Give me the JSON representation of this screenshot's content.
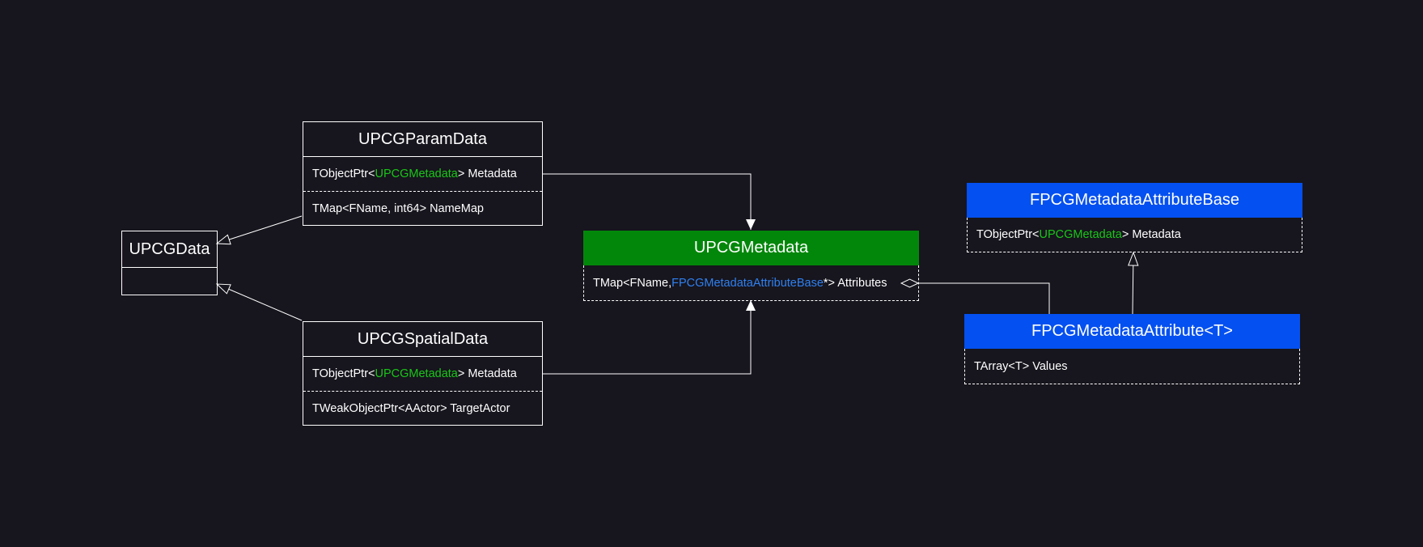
{
  "colors": {
    "background": "#17151d",
    "line": "#ffffff",
    "metadata_header": "#02870a",
    "attribute_header": "#0450f0",
    "type_green": "#19c619",
    "type_blue": "#2f80f0"
  },
  "classes": {
    "pcg_data": {
      "name": "UPCGData"
    },
    "param_data": {
      "name": "UPCGParamData",
      "metadata_field": {
        "prefix": "TObjectPtr<",
        "type": "UPCGMetadata",
        "suffix": "> Metadata"
      },
      "field2": "TMap<FName, int64> NameMap"
    },
    "spatial_data": {
      "name": "UPCGSpatialData",
      "metadata_field": {
        "prefix": "TObjectPtr<",
        "type": "UPCGMetadata",
        "suffix": "> Metadata"
      },
      "field2": "TWeakObjectPtr<AActor> TargetActor"
    },
    "metadata": {
      "name": "UPCGMetadata",
      "attributes_field": {
        "prefix": "TMap<FName, ",
        "type": "FPCGMetadataAttributeBase",
        "suffix": "*> Attributes"
      }
    },
    "attribute_base": {
      "name": "FPCGMetadataAttributeBase",
      "metadata_field": {
        "prefix": "TObjectPtr<",
        "type": "UPCGMetadata",
        "suffix": "> Metadata"
      }
    },
    "attribute": {
      "name": "FPCGMetadataAttribute<T>",
      "field": "TArray<T> Values"
    }
  },
  "relations": [
    {
      "type": "inheritance",
      "from": "UPCGParamData",
      "to": "UPCGData"
    },
    {
      "type": "inheritance",
      "from": "UPCGSpatialData",
      "to": "UPCGData"
    },
    {
      "type": "association",
      "from": "UPCGParamData",
      "to": "UPCGMetadata"
    },
    {
      "type": "association",
      "from": "UPCGSpatialData",
      "to": "UPCGMetadata"
    },
    {
      "type": "aggregation",
      "from": "FPCGMetadataAttribute<T>",
      "to": "UPCGMetadata"
    },
    {
      "type": "inheritance",
      "from": "FPCGMetadataAttribute<T>",
      "to": "FPCGMetadataAttributeBase"
    }
  ]
}
